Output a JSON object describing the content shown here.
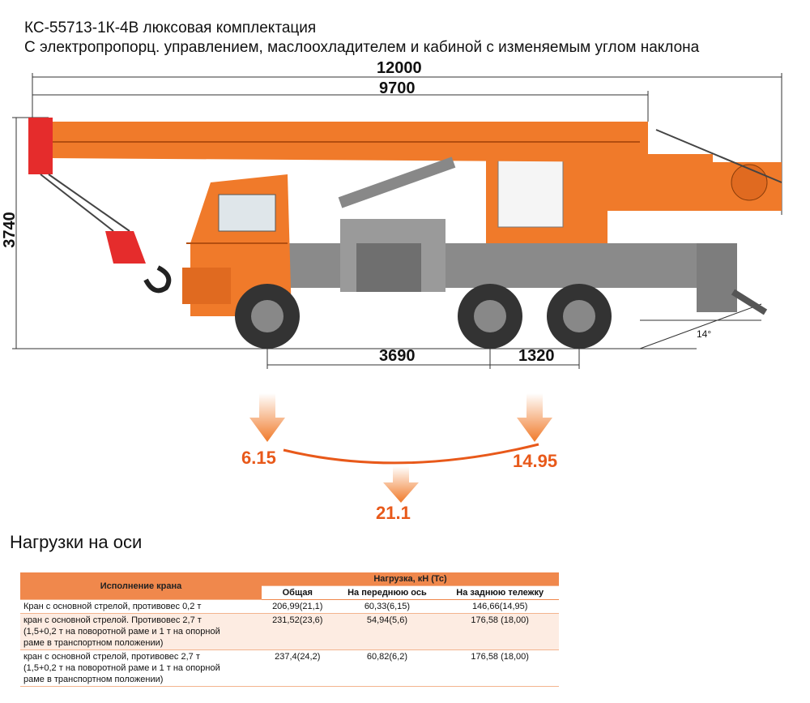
{
  "header": {
    "line1": "КС-55713-1К-4В люксовая комплектация",
    "line2": "С электропропорц. управлением, маслоохладителем  и кабиной с изменяемым углом наклона"
  },
  "dimensions": {
    "overall_length": "12000",
    "boom_length": "9700",
    "height": "3740",
    "wheelbase_front": "3690",
    "wheelbase_rear": "1320",
    "angle": "14°"
  },
  "loads": {
    "front": "6.15",
    "rear": "14.95",
    "total": "21.1"
  },
  "colors": {
    "accent": "#e8591a",
    "crane_orange": "#f07a2a",
    "chassis_gray": "#8a8a8a",
    "table_header": "#f0884c"
  },
  "table": {
    "title": "Нагрузки на оси",
    "col_variant": "Исполнение крана",
    "col_load": "Нагрузка, кН (Тс)",
    "sub_total": "Общая",
    "sub_front": "На переднюю ось",
    "sub_rear": "На заднюю тележку",
    "rows": [
      {
        "variant": [
          "Кран с основной стрелой, противовес 0,2 т"
        ],
        "total": "206,99(21,1)",
        "front": "60,33(6,15)",
        "rear": "146,66(14,95)"
      },
      {
        "variant": [
          "кран с основной стрелой. Противовес 2,7 т",
          "(1,5+0,2 т на поворотной раме и 1 т на опорной",
          "раме в транспортном положении)"
        ],
        "total": "231,52(23,6)",
        "front": "54,94(5,6)",
        "rear": "176,58 (18,00)"
      },
      {
        "variant": [
          "кран с основной стрелой, противовес 2,7  т",
          "(1,5+0,2 т на поворотной раме и 1 т на опорной",
          "раме в транспортном положении)"
        ],
        "total": "237,4(24,2)",
        "front": "60,82(6,2)",
        "rear": "176,58 (18,00)"
      }
    ]
  }
}
